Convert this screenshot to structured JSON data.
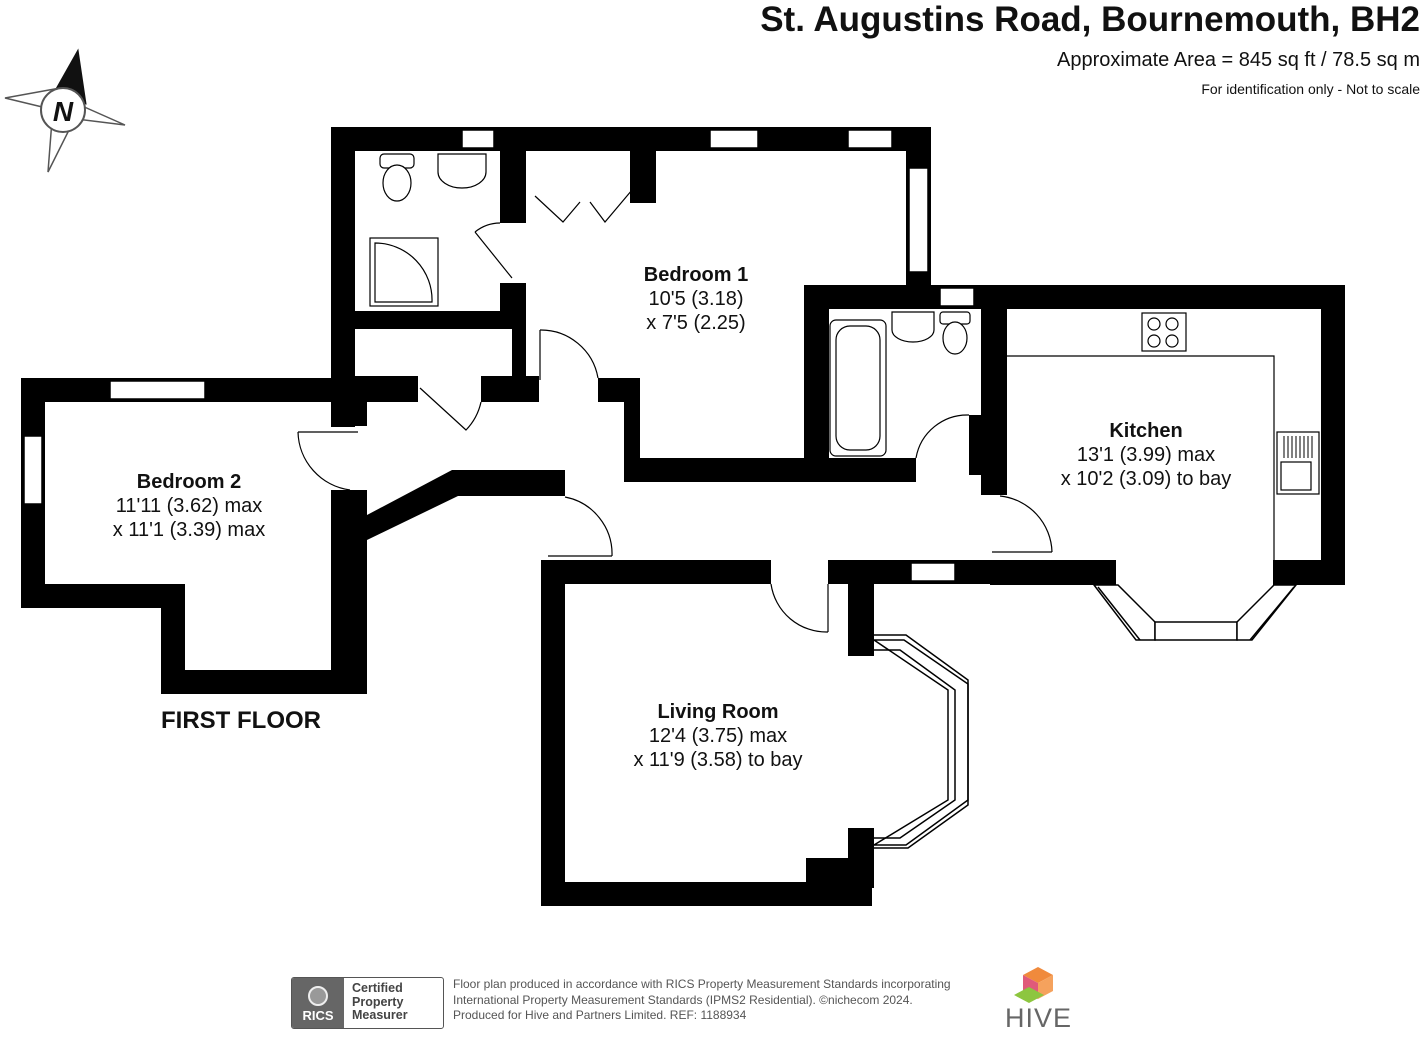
{
  "header": {
    "title": "St. Augustins Road, Bournemouth, BH2",
    "area": "Approximate Area = 845 sq ft / 78.5 sq m",
    "note": "For identification only - Not to scale"
  },
  "compass": {
    "letter": "N"
  },
  "rooms": [
    {
      "name": "Bedroom 1",
      "dim1": "10'5 (3.18)",
      "dim2": "x 7'5 (2.25)"
    },
    {
      "name": "Kitchen",
      "dim1": "13'1 (3.99) max",
      "dim2": "x 10'2 (3.09) to bay"
    },
    {
      "name": "Bedroom 2",
      "dim1": "11'11 (3.62) max",
      "dim2": "x 11'1 (3.39) max"
    },
    {
      "name": "Living Room",
      "dim1": "12'4 (3.75) max",
      "dim2": "x 11'9 (3.58) to bay"
    }
  ],
  "floor_label": "FIRST FLOOR",
  "footer": {
    "badge_left": "RICS",
    "badge_right": [
      "Certified",
      "Property",
      "Measurer"
    ],
    "lines": [
      "Floor plan produced in accordance with RICS Property Measurement Standards incorporating",
      "International Property Measurement Standards (IPMS2 Residential).  ©nichecom 2024.",
      "Produced for Hive and Partners Limited.   REF:  1188934"
    ],
    "brand": "HIVE"
  },
  "colors": {
    "wall": "#000000",
    "window": "#ffffff",
    "hive_orange": "#f08a3c",
    "hive_green": "#8dc63f",
    "hive_pink": "#e05a7a"
  }
}
